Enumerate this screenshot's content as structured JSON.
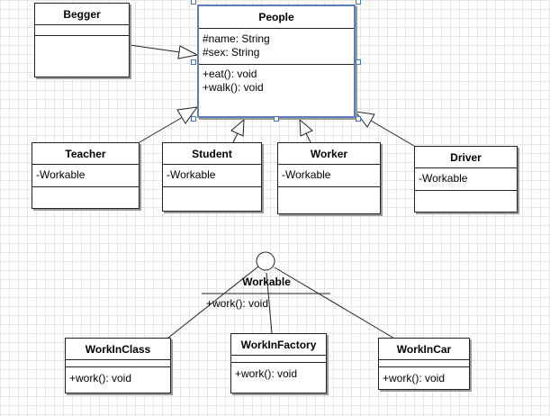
{
  "diagram": {
    "classes": {
      "begger": {
        "name": "Begger",
        "attributes": [],
        "operations": []
      },
      "people": {
        "name": "People",
        "attributes": [
          "#name: String",
          "#sex: String"
        ],
        "operations": [
          "+eat(): void",
          "+walk(): void"
        ]
      },
      "teacher": {
        "name": "Teacher",
        "attributes": [
          "-Workable"
        ],
        "operations": []
      },
      "student": {
        "name": "Student",
        "attributes": [
          "-Workable"
        ],
        "operations": []
      },
      "worker": {
        "name": "Worker",
        "attributes": [
          "-Workable"
        ],
        "operations": []
      },
      "driver": {
        "name": "Driver",
        "attributes": [
          "-Workable"
        ],
        "operations": []
      },
      "workinclass": {
        "name": "WorkInClass",
        "attributes": [],
        "operations": [
          "+work(): void"
        ]
      },
      "workinfactory": {
        "name": "WorkInFactory",
        "attributes": [],
        "operations": [
          "+work(): void"
        ]
      },
      "workincar": {
        "name": "WorkInCar",
        "attributes": [],
        "operations": [
          "+work(): void"
        ]
      }
    },
    "interface": {
      "name": "Workable",
      "operations": [
        "+work(): void"
      ]
    },
    "colors": {
      "line": "#222222",
      "selection": "#4a74b0",
      "grid": "#e6e6e6"
    }
  }
}
